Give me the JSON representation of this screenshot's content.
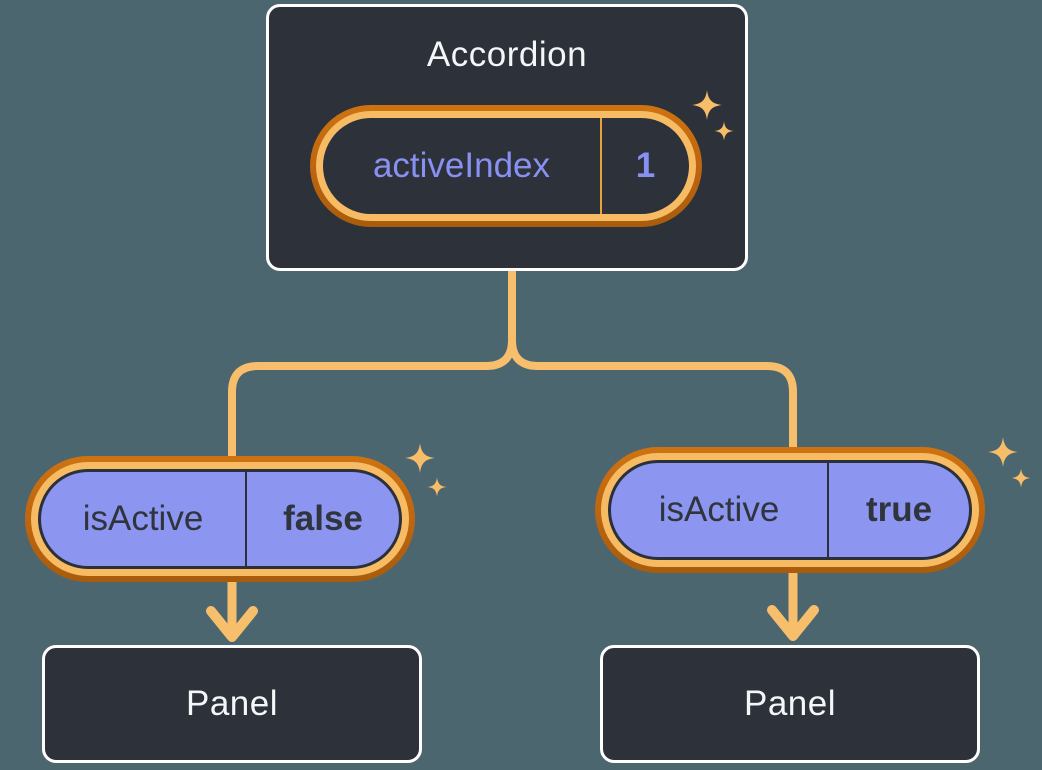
{
  "diagram": {
    "root": {
      "title": "Accordion",
      "state": {
        "name": "activeIndex",
        "value": "1"
      }
    },
    "branches": [
      {
        "prop": {
          "name": "isActive",
          "value": "false"
        },
        "panel": {
          "title": "Panel"
        }
      },
      {
        "prop": {
          "name": "isActive",
          "value": "true"
        },
        "panel": {
          "title": "Panel"
        }
      }
    ]
  },
  "colors": {
    "background": "#4C666F",
    "node_fill": "#2C313A",
    "node_border": "#FFFFFF",
    "node_text": "#F5F6F8",
    "connector": "#F7BE6B",
    "ring_outer_orange": "#BC6410",
    "ring_inner_gold": "#F7BB63",
    "pill_purple": "#8C96F0",
    "pill_dark_border": "#2B303A",
    "text_purple": "#8891F2",
    "text_dark": "#2F343D",
    "divider_orange": "#E8A23C",
    "sparkle": "#F8BD68"
  },
  "icons": {
    "sparkle": "four-point-star"
  }
}
